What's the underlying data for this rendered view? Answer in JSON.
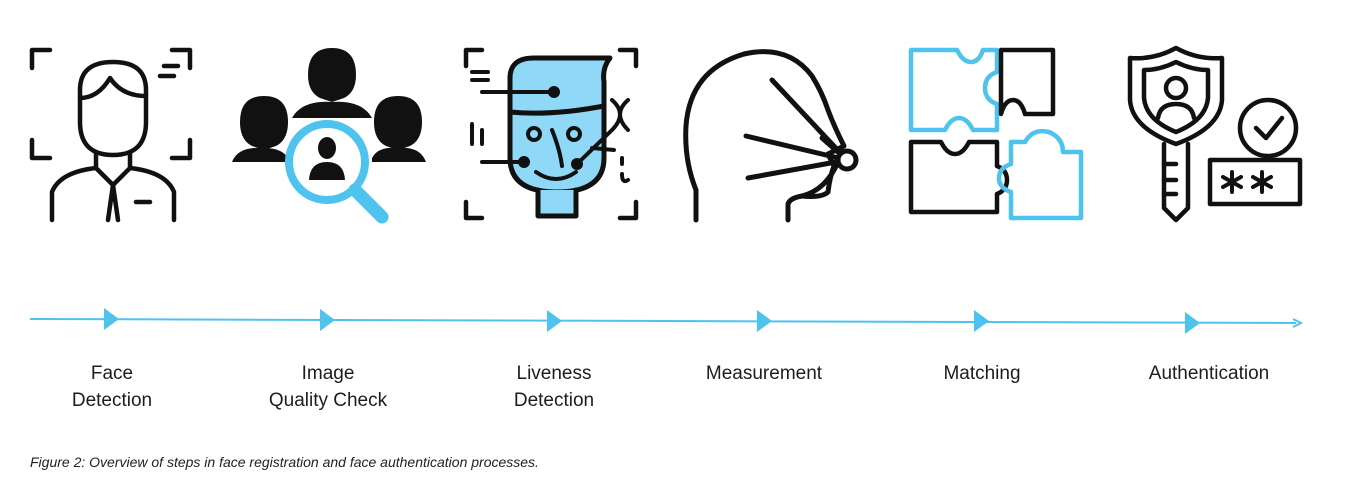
{
  "colors": {
    "accent": "#4dc3ee",
    "face_fill": "#8fd8f7",
    "ink": "#111111"
  },
  "steps": [
    {
      "label": "Face\nDetection",
      "icon": "face-detection-icon"
    },
    {
      "label": "Image\nQuality Check",
      "icon": "image-quality-icon"
    },
    {
      "label": "Liveness\nDetection",
      "icon": "liveness-detection-icon"
    },
    {
      "label": "Measurement",
      "icon": "measurement-icon"
    },
    {
      "label": "Matching",
      "icon": "matching-icon"
    },
    {
      "label": "Authentication",
      "icon": "authentication-icon"
    }
  ],
  "caption": "Figure 2: Overview of steps in face registration and face authentication processes."
}
